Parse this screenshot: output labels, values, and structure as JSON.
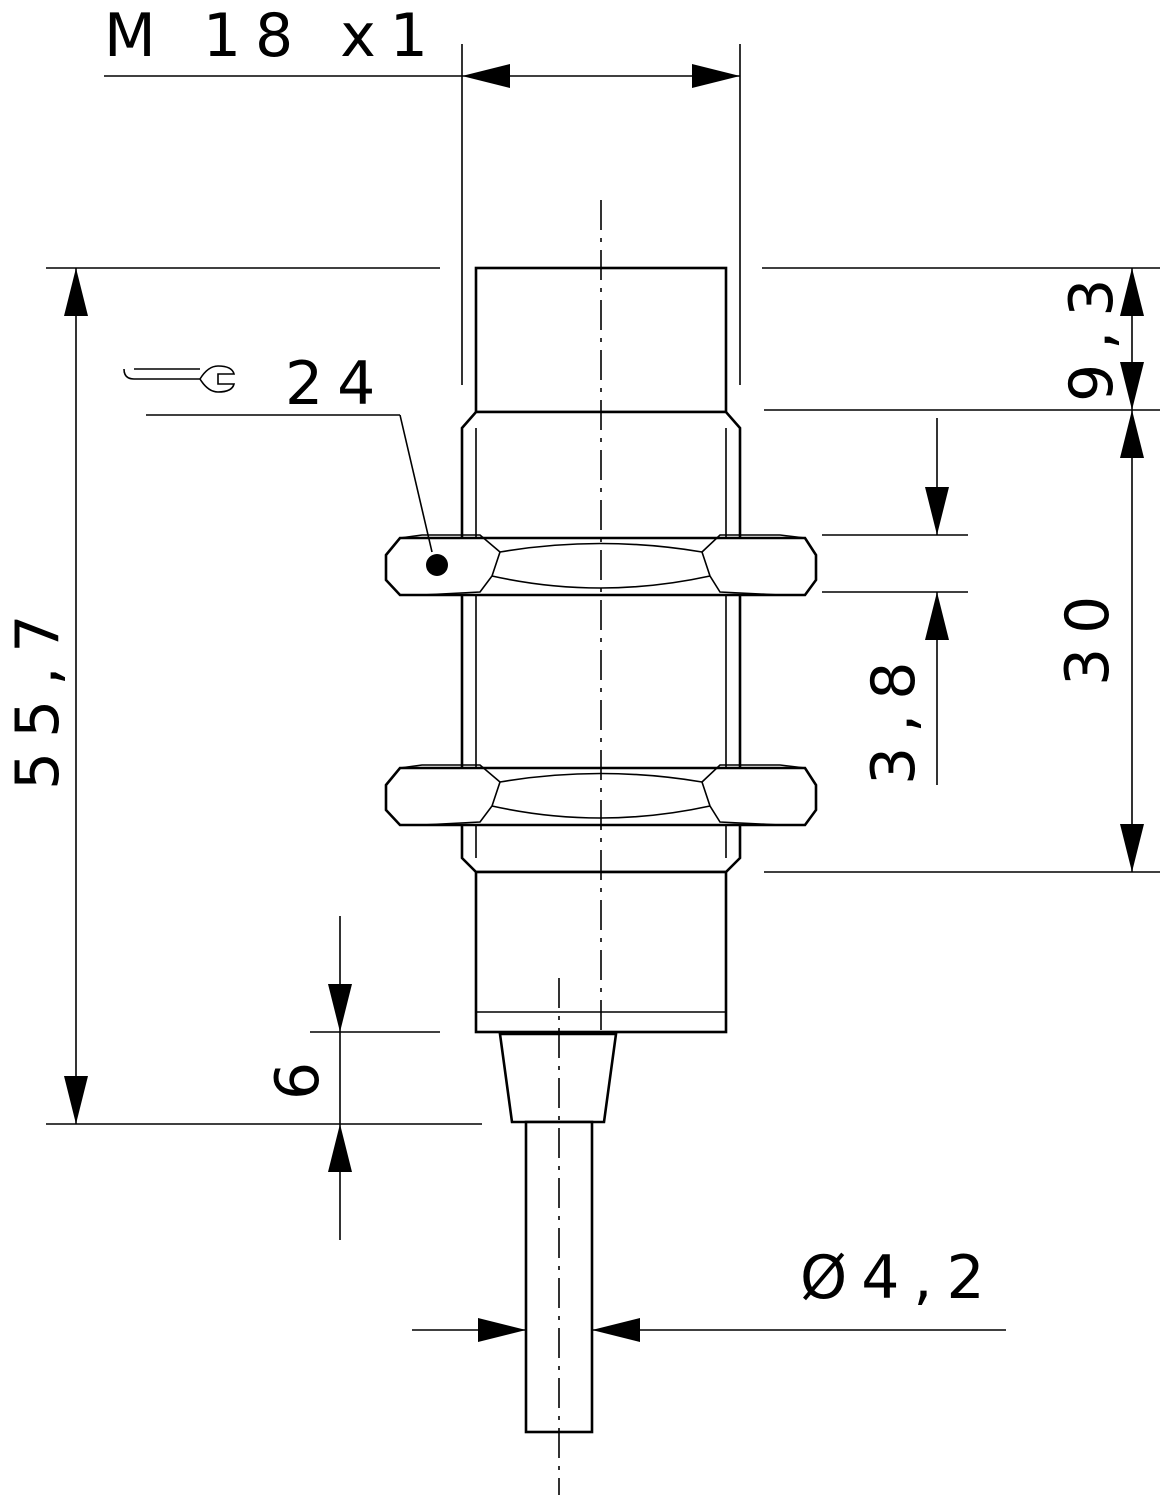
{
  "thread_label": "M 18 x1",
  "wrench_size": "24",
  "dim_total_length": "55,7",
  "dim_front_cap": "9,3",
  "dim_thread_length": "30",
  "dim_nut_thickness": "3,8",
  "dim_cable_gland": "6",
  "dim_cable_diameter": "Ø4,2"
}
